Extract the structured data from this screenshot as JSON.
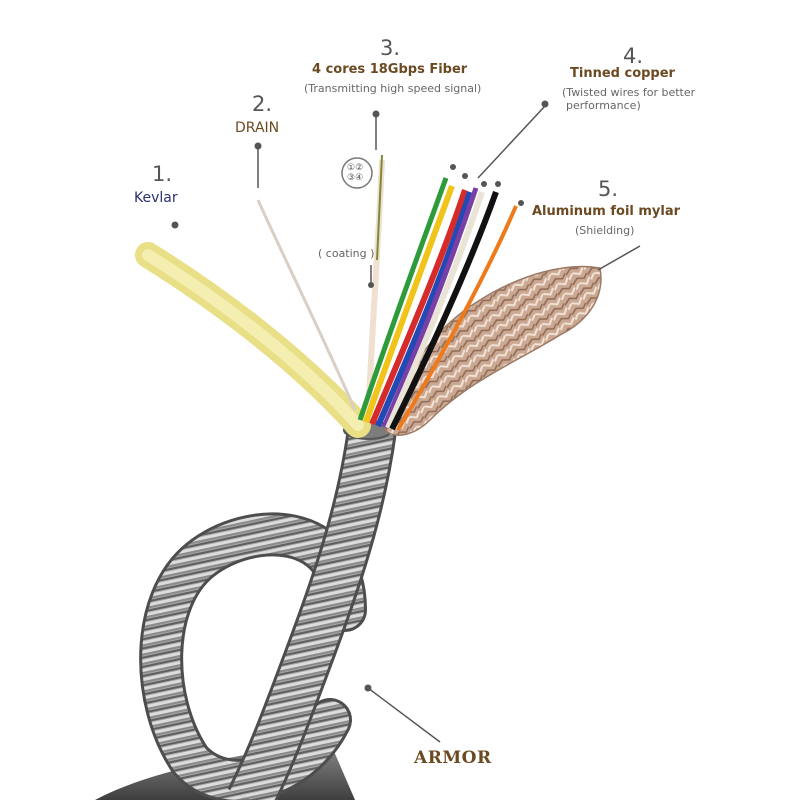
{
  "callouts": {
    "kevlar": {
      "number": "1.",
      "name": "Kevlar"
    },
    "drain": {
      "number": "2.",
      "name": "DRAIN"
    },
    "fiber": {
      "number": "3.",
      "name": "4 cores 18Gbps Fiber",
      "note": "(Transmitting high speed signal)",
      "core_marks": [
        "①②",
        "③④"
      ]
    },
    "copper": {
      "number": "4.",
      "name": "Tinned copper",
      "note_line1": "(Twisted wires for better",
      "note_line2": "performance)"
    },
    "foil": {
      "number": "5.",
      "name": "Aluminum foil mylar",
      "note": "(Shielding)"
    },
    "coating": {
      "note": "( coating )"
    },
    "armor": {
      "name": "ARMOR"
    }
  },
  "colors": {
    "label_brown": "#6b4a22",
    "label_navy": "#2b2f6e",
    "kevlar_yellow": "#efe79a",
    "armor_steel": "#9a9a9a",
    "foil_copper": "#c9a38d",
    "wire_colors": [
      "#2e9b3a",
      "#f0c419",
      "#d62b2b",
      "#2349b5",
      "#7a3fa6",
      "#111111",
      "#e9e4d6",
      "#ee7a1c",
      "#8a5a3a"
    ]
  }
}
